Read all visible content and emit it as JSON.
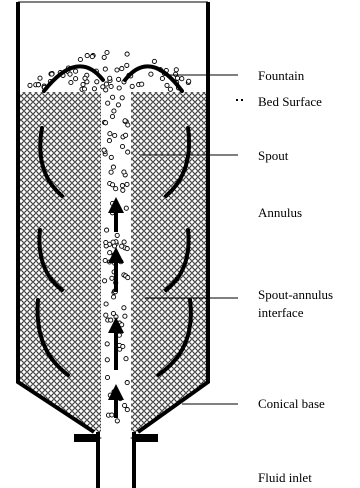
{
  "labels": {
    "fountain": "Fountain",
    "bed_surface": "Bed Surface",
    "spout": "Spout",
    "annulus": "Annulus",
    "interface_line1": "Spout-annulus",
    "interface_line2": "interface",
    "conical_base": "Conical base",
    "fluid_inlet": "Fluid inlet"
  },
  "colors": {
    "ink": "#000000",
    "background": "#ffffff"
  }
}
